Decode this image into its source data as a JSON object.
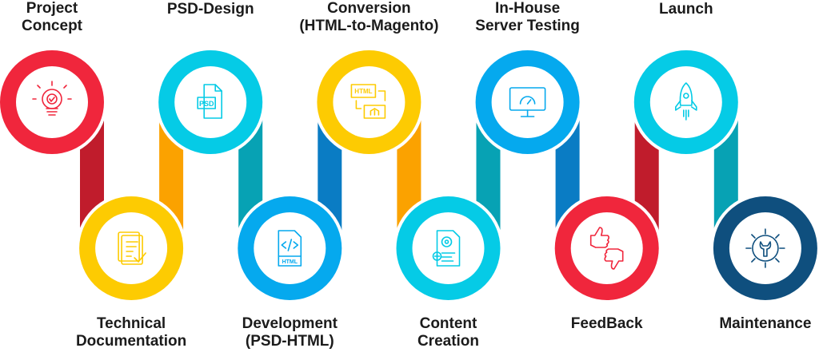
{
  "steps": [
    {
      "label": "Project Concept",
      "lines": [
        "Project",
        "Concept"
      ],
      "row": "top",
      "color": "#f0263c",
      "connector": "#c01c2c",
      "icon": "lightbulb-check-icon"
    },
    {
      "label": "Technical Documentation",
      "lines": [
        "Technical",
        "Documentation"
      ],
      "row": "bottom",
      "color": "#fdcb02",
      "connector": "#fba200",
      "icon": "document-check-icon"
    },
    {
      "label": "PSD-Design",
      "lines": [
        "PSD-Design",
        ""
      ],
      "row": "top",
      "color": "#05cbe6",
      "connector": "#07a2b4",
      "icon": "psd-file-icon"
    },
    {
      "label": "Development (PSD-HTML)",
      "lines": [
        "Development",
        "(PSD-HTML)"
      ],
      "row": "bottom",
      "color": "#05a9ee",
      "connector": "#0a7cc4",
      "icon": "html-file-icon"
    },
    {
      "label": "Conversion (HTML-to-Magento)",
      "lines": [
        "Conversion",
        "(HTML-to-Magento)"
      ],
      "row": "top",
      "color": "#fdcb02",
      "connector": "#fba200",
      "icon": "html-magento-icon"
    },
    {
      "label": "Content Creation",
      "lines": [
        "Content",
        "Creation"
      ],
      "row": "bottom",
      "color": "#05cbe6",
      "connector": "#07a2b4",
      "icon": "content-settings-icon"
    },
    {
      "label": "In-House Server Testing",
      "lines": [
        "In-House",
        "Server Testing"
      ],
      "row": "top",
      "color": "#05a9ee",
      "connector": "#0a7cc4",
      "icon": "monitor-gauge-icon"
    },
    {
      "label": "FeedBack",
      "lines": [
        "FeedBack",
        ""
      ],
      "row": "bottom",
      "color": "#f0263c",
      "connector": "#c01c2c",
      "icon": "thumbs-up-down-icon"
    },
    {
      "label": "Launch",
      "lines": [
        "Launch",
        ""
      ],
      "row": "top",
      "color": "#05cbe6",
      "connector": "#07a2b4",
      "icon": "rocket-icon"
    },
    {
      "label": "Maintenance",
      "lines": [
        "Maintenance",
        ""
      ],
      "row": "bottom",
      "color": "#0f4f7e",
      "connector": "#0f4f7e",
      "icon": "gear-wrench-icon"
    }
  ]
}
